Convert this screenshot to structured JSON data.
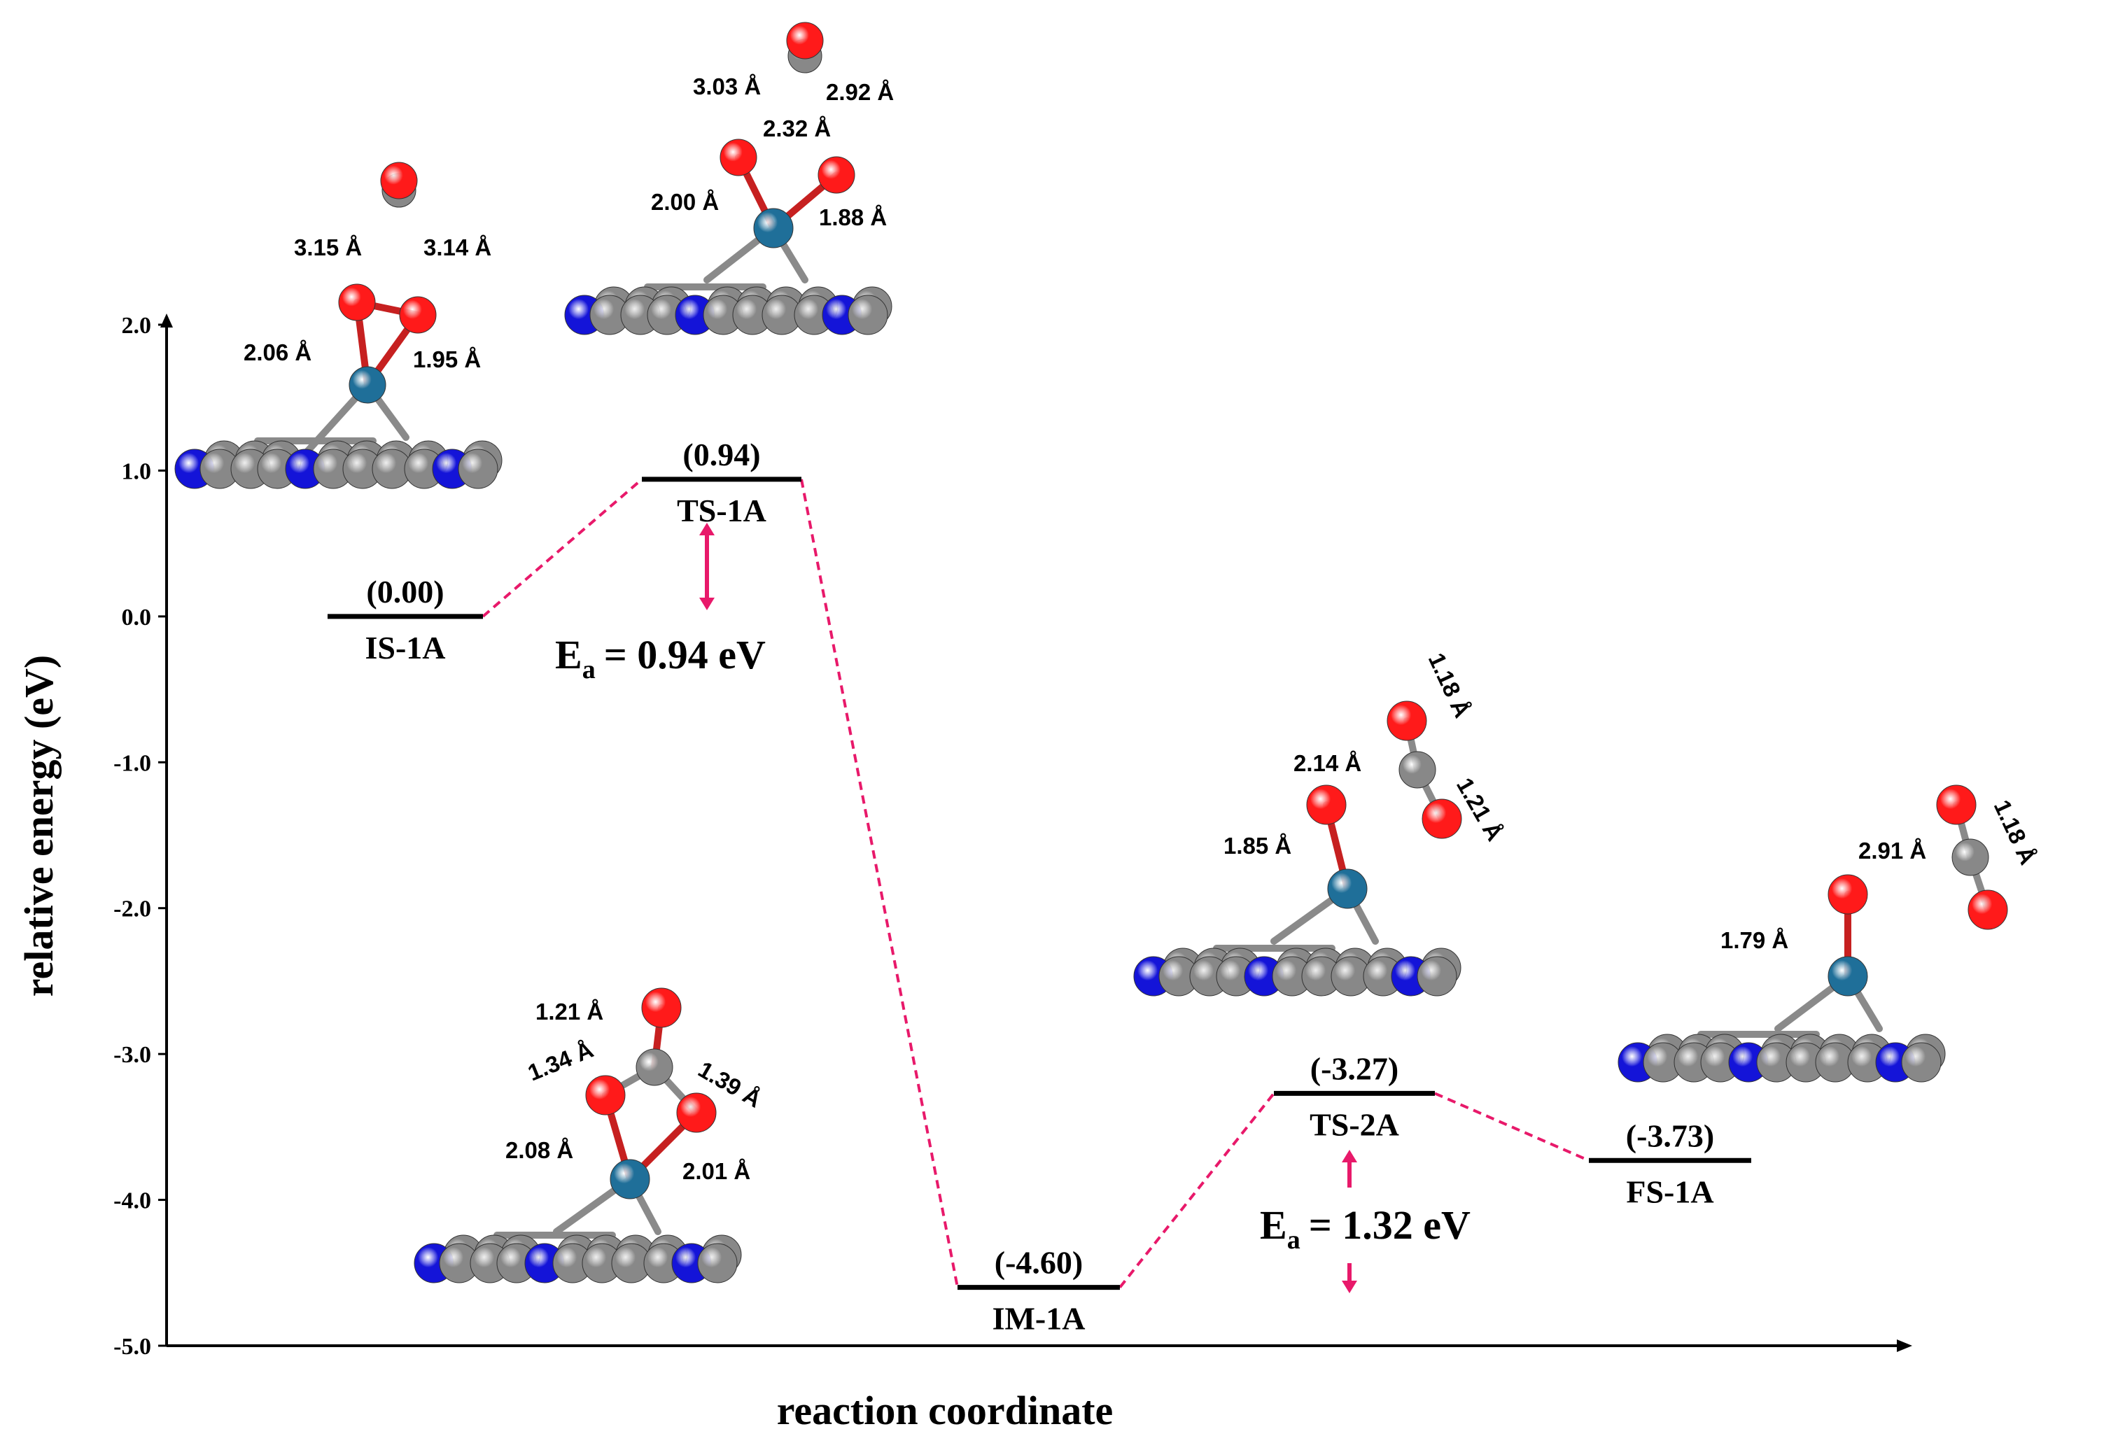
{
  "chart_data": {
    "type": "energy-profile",
    "xlabel": "reaction coordinate",
    "ylabel": "relative energy (eV)",
    "ylim": [
      -5.0,
      2.0
    ],
    "yticks": [
      "2.0",
      "1.0",
      "0.0",
      "-1.0",
      "-2.0",
      "-3.0",
      "-4.0",
      "-5.0"
    ],
    "grid": false,
    "states": [
      {
        "name": "IS-1A",
        "energy": 0.0,
        "energy_label": "(0.00)"
      },
      {
        "name": "TS-1A",
        "energy": 0.94,
        "energy_label": "(0.94)"
      },
      {
        "name": "IM-1A",
        "energy": -4.6,
        "energy_label": "(-4.60)"
      },
      {
        "name": "TS-2A",
        "energy": -3.27,
        "energy_label": "(-3.27)"
      },
      {
        "name": "FS-1A",
        "energy": -3.73,
        "energy_label": "(-3.73)"
      }
    ],
    "barriers": [
      {
        "symbol": "E",
        "subscript": "a",
        "value": "= 0.94 eV"
      },
      {
        "symbol": "E",
        "subscript": "a",
        "value": "= 1.32 eV"
      }
    ],
    "colors": {
      "level": "#000000",
      "connector": "#e8196a",
      "arrow": "#e8196a",
      "oxygen": "#ff1a1a",
      "carbon": "#888888",
      "nitrogen": "#1414d8",
      "metal": "#1f6f99"
    },
    "structures": [
      {
        "state": "IS-1A",
        "bond_labels": [
          "3.15 Å",
          "3.14 Å",
          "2.06 Å",
          "1.95 Å"
        ]
      },
      {
        "state": "TS-1A",
        "bond_labels": [
          "3.03 Å",
          "2.92 Å",
          "2.32 Å",
          "2.00 Å",
          "1.88 Å"
        ]
      },
      {
        "state": "IM-1A",
        "bond_labels": [
          "1.21 Å",
          "1.34 Å",
          "1.39 Å",
          "2.08 Å",
          "2.01 Å"
        ]
      },
      {
        "state": "TS-2A",
        "bond_labels": [
          "1.18 Å",
          "2.14 Å",
          "1.21 Å",
          "1.85 Å"
        ]
      },
      {
        "state": "FS-1A",
        "bond_labels": [
          "2.91 Å",
          "1.18 Å",
          "1.79 Å"
        ]
      }
    ]
  }
}
